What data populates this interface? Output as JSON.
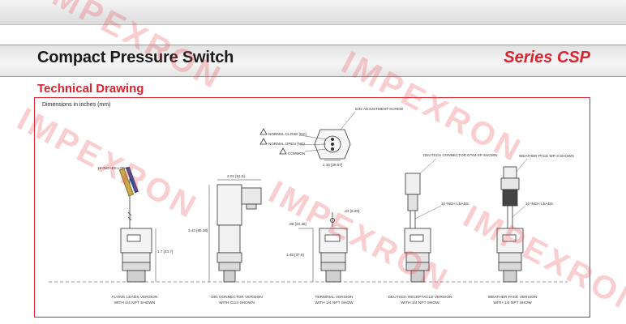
{
  "header": {
    "title": "Compact Pressure Switch",
    "series": "Series CSP"
  },
  "section": {
    "title": "Technical Drawing",
    "note": "Dimensions in inches (mm)"
  },
  "labels": {
    "adjustment_screw": "5/32 ADJUSTMENT SCREW",
    "normal_close": "NORMAL CLOSE (NC)",
    "normal_open": "NORMAL OPEN (NO)",
    "common": "COMMON",
    "dim_110": "1.10 [28.57]",
    "inches_long": "18 INCHES LONG",
    "dim_201": "2.01 [51.0]",
    "dim_343": "3.43 [86.38]",
    "dim_17": "1.7 [43.7]",
    "dim_88": ".88 [22.35]",
    "dim_24": ".24 [6.20]",
    "dim_148": "1.48 [37.6]",
    "deutsch_connector": "DEUTSCH CONNECTOR DT04-3P SHOWN",
    "inch_leads_1": "10 INCH LEADS",
    "weather_pack": "WEATHER PACE WP-3 SHOWN",
    "inch_leads_2": "10 INCH LEADS"
  },
  "captions": {
    "flying_leads": [
      "FLYING LEADS VERSION",
      "WITH 1/4 NPT SHOWN"
    ],
    "din": [
      "DIN CONNECTOR VERSION",
      "WITH G1/4 SHOWN"
    ],
    "terminal": [
      "TERMINAL VERSION",
      "WITH 1/4 NPT SHOW"
    ],
    "deutsch": [
      "DEUTSCH RECEPTACLE VERSION",
      "WITH 1/4 NPT SHOW"
    ],
    "weather": [
      "WEATHER PACE VERSION",
      "WITH 1/4 NPT SHOW"
    ]
  },
  "watermark": "IMPEXRON"
}
